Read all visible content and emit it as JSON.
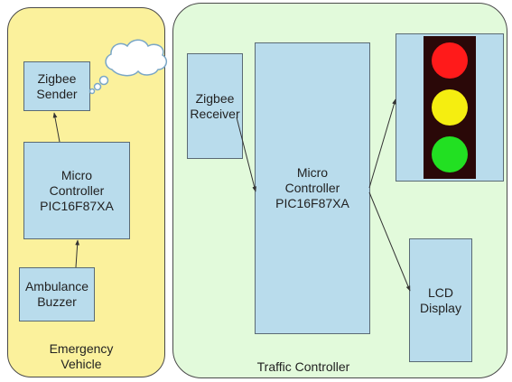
{
  "emergency_vehicle": {
    "label": "Emergency\nVehicle",
    "zigbee_sender": "Zigbee\nSender",
    "micro_controller": "Micro\nController\nPIC16F87XA",
    "ambulance_buzzer": "Ambulance\nBuzzer"
  },
  "traffic_controller": {
    "label": "Traffic Controller",
    "zigbee_receiver": "Zigbee\nReceiver",
    "micro_controller": "Micro\nController\nPIC16F87XA",
    "lcd_display": "LCD\nDisplay"
  },
  "traffic_light": {
    "lamps": [
      "red",
      "yellow",
      "green"
    ],
    "colors": {
      "red": "#ff1a1a",
      "yellow": "#f5ee10",
      "green": "#22e022"
    }
  },
  "colors": {
    "vehicle_panel": "#fbf19c",
    "controller_panel": "#e2fadb",
    "block_fill": "#b9dcec"
  },
  "icons": {
    "wireless": "cloud-icon"
  }
}
